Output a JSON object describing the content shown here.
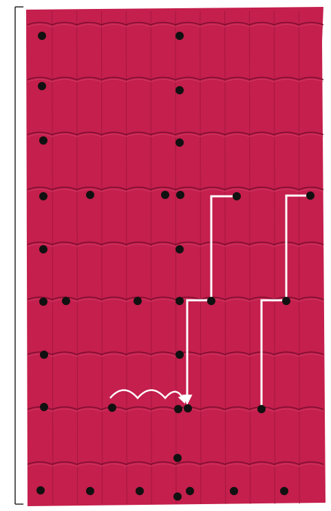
{
  "colors": {
    "background": "#ffffff",
    "roof_fill": "#c41f4d",
    "tile_line": "#8a1236",
    "ridge_line": "#7e0f30",
    "dot": "#111111",
    "path": "#ffffff",
    "bracket": "#222222"
  },
  "roof": {
    "tile_columns": 12,
    "tile_rows": 9
  },
  "paths": [
    {
      "id": "left-staircase-path",
      "style": "line-with-arrow"
    },
    {
      "id": "right-staircase-path",
      "style": "line"
    },
    {
      "id": "hop-arc-path",
      "style": "arcs-with-arrow"
    }
  ]
}
